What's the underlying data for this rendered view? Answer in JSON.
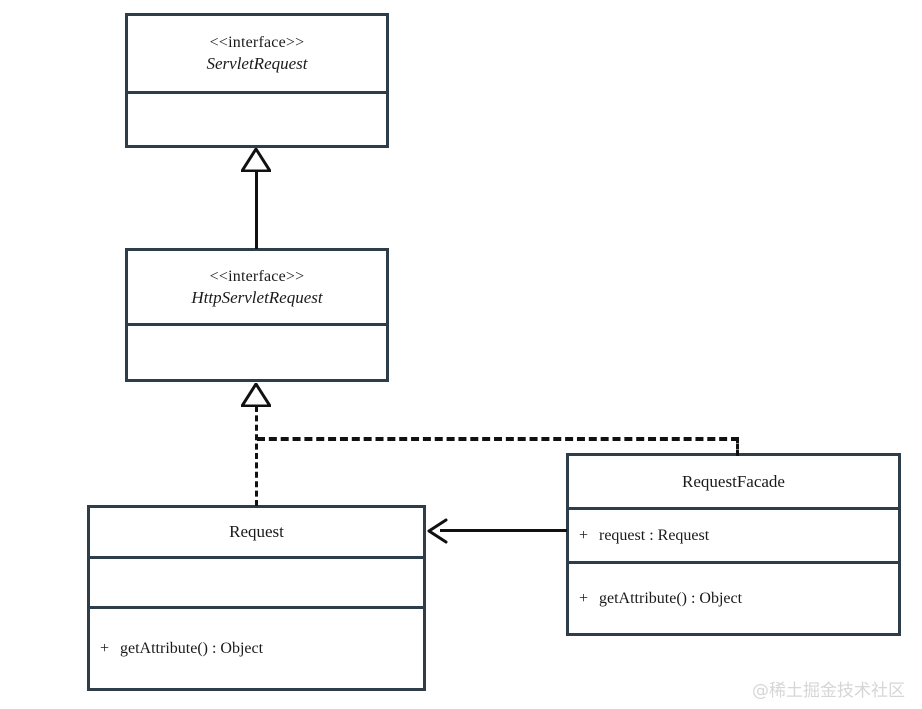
{
  "diagram": {
    "title": "UML class diagram",
    "colors": {
      "box_border": "#2e3d4a",
      "connector": "#111111",
      "background": "#ffffff",
      "watermark": "#d6d6d6"
    }
  },
  "classes": {
    "servlet_request": {
      "stereotype": "<<interface>>",
      "name": "ServletRequest",
      "attributes": [],
      "methods": []
    },
    "http_servlet_request": {
      "stereotype": "<<interface>>",
      "name": "HttpServletRequest",
      "attributes": [],
      "methods": []
    },
    "request": {
      "name": "Request",
      "attributes": [],
      "methods": [
        {
          "visibility": "+",
          "text": "getAttribute() : Object"
        }
      ]
    },
    "request_facade": {
      "name": "RequestFacade",
      "attributes": [
        {
          "visibility": "+",
          "text": "request : Request"
        }
      ],
      "methods": [
        {
          "visibility": "+",
          "text": "getAttribute() : Object"
        }
      ]
    }
  },
  "relationships": [
    {
      "kind": "generalization",
      "style": "solid",
      "from": "HttpServletRequest",
      "to": "ServletRequest",
      "arrow": "hollow-triangle"
    },
    {
      "kind": "realization",
      "style": "dashed",
      "from": "Request",
      "to": "HttpServletRequest",
      "arrow": "hollow-triangle"
    },
    {
      "kind": "realization",
      "style": "dashed",
      "from": "RequestFacade",
      "to": "HttpServletRequest",
      "arrow": "hollow-triangle"
    },
    {
      "kind": "association",
      "style": "solid",
      "from": "RequestFacade",
      "to": "Request",
      "arrow": "open-stick"
    }
  ],
  "watermark": {
    "text": "@稀土掘金技术社区"
  }
}
